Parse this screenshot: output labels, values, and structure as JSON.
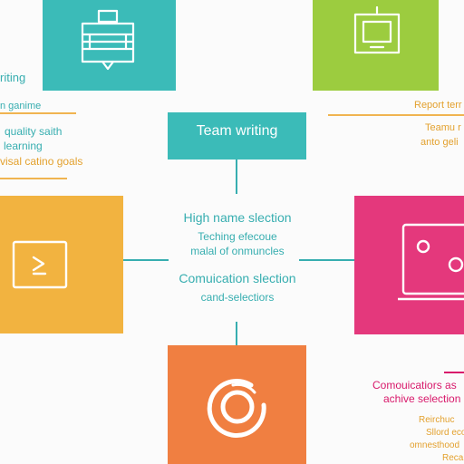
{
  "colors": {
    "teal": "#3bbbb8",
    "lime": "#9ccc3f",
    "amber": "#f2b340",
    "magenta": "#e4387c",
    "orange": "#f07f41",
    "text_teal": "#37aeb0",
    "text_orange": "#e3a12e",
    "text_pink": "#d8196b"
  },
  "tiles": {
    "top_left": {
      "color": "teal",
      "icon": "monitor-stack-icon"
    },
    "top_right": {
      "color": "lime",
      "icon": "monitor-icon"
    },
    "mid_left": {
      "color": "amber",
      "icon": "play-screen-icon"
    },
    "mid_right": {
      "color": "magenta",
      "icon": "laptop-image-icon"
    },
    "bottom": {
      "color": "orange",
      "icon": "target-icon"
    }
  },
  "center_box": {
    "label": "Team writing",
    "color": "teal"
  },
  "left_labels": [
    "riting",
    "n ganime",
    "quality saith",
    "learning",
    "visal catino goals"
  ],
  "right_labels": [
    "Report terr",
    "Teamu r",
    "anto geli"
  ],
  "center_text": {
    "heading_1": "High name slection",
    "sub_1": "Teching efecoue",
    "sub_2": "malal of onmuncles",
    "heading_2": "Comuication slection",
    "sub_3": "cand-selectiors"
  },
  "bottom_right_labels": [
    "Comouicatiors as",
    "achive selection",
    "Reirchuc",
    "Sllord ecothou",
    "omnesthood",
    "Recanc"
  ]
}
